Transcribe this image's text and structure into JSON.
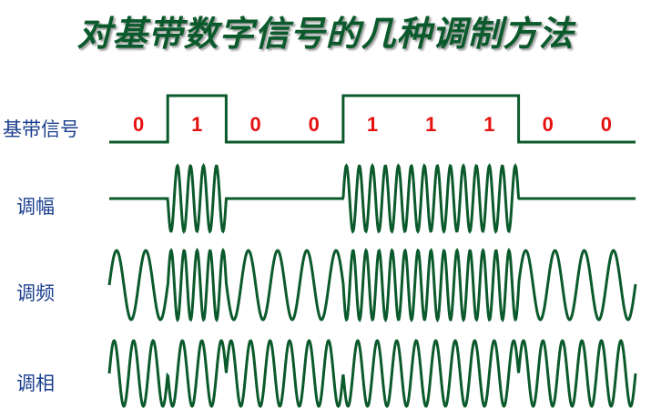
{
  "title": "对基带数字信号的几种调制方法",
  "rows": {
    "baseband": "基带信号",
    "am": "调幅",
    "fm": "调频",
    "pm": "调相"
  },
  "bits": [
    "0",
    "1",
    "0",
    "0",
    "1",
    "1",
    "1",
    "0",
    "0"
  ],
  "colors": {
    "waveform": "#0b5a2c",
    "bits": "#e61010",
    "labels": "#1b3f8f",
    "title": "#0b5a2c"
  }
}
